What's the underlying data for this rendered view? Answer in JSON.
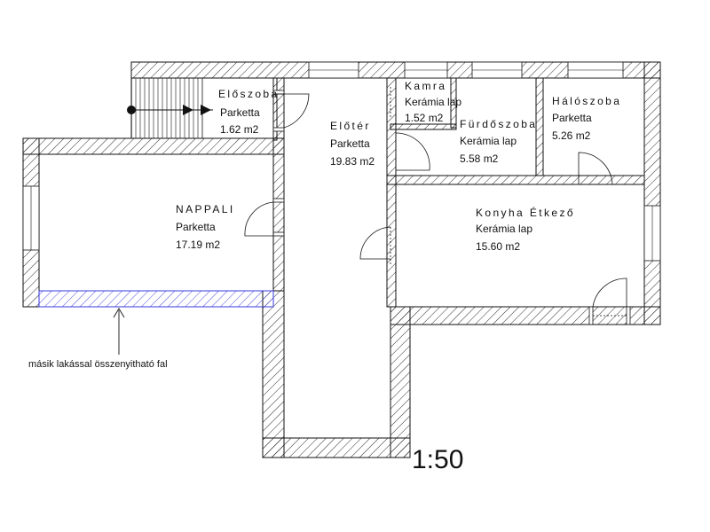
{
  "rooms": {
    "eloszoba": {
      "name": "Előszoba",
      "floor": "Parketta",
      "area": "1.62 m2"
    },
    "kamra": {
      "name": "Kamra",
      "floor": "Kerámia lap",
      "area": "1.52 m2"
    },
    "hal": {
      "name": "Hálószoba",
      "floor": "Parketta",
      "area": "5.26 m2"
    },
    "furdo": {
      "name": "Fürdőszoba",
      "floor": "Kerámia lap",
      "area": "5.58 m2"
    },
    "eloter": {
      "name": "Előtér",
      "floor": "Parketta",
      "area": "19.83 m2"
    },
    "nappali": {
      "name": "NAPPALI",
      "floor": "Parketta",
      "area": "17.19 m2"
    },
    "konyha": {
      "name": "Konyha Étkező",
      "floor": "Kerámia lap",
      "area": "15.60 m2"
    }
  },
  "annotation": {
    "text": "másik lakással összenyitható fal"
  },
  "scale": {
    "text": "1:50"
  },
  "colors": {
    "wall_line": "#111111",
    "shared_wall": "#3a3adf"
  }
}
